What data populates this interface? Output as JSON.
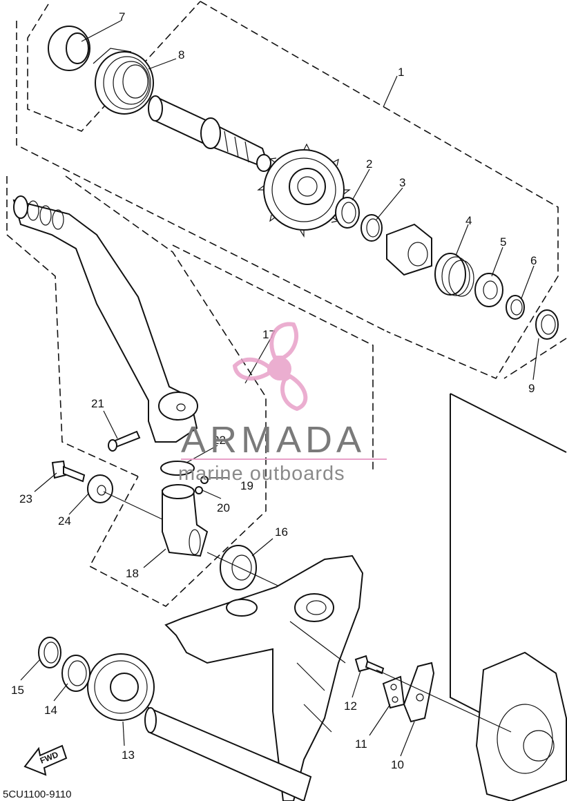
{
  "diagram": {
    "code": "5CU1100-9110",
    "fwd_label": "FWD",
    "callouts": [
      "1",
      "2",
      "3",
      "4",
      "5",
      "6",
      "7",
      "8",
      "9",
      "10",
      "11",
      "12",
      "13",
      "14",
      "15",
      "16",
      "17",
      "18",
      "19",
      "20",
      "21",
      "22",
      "23",
      "24"
    ]
  },
  "watermark": {
    "brand": "ARMADA",
    "tagline": "marine outboards",
    "brand_color": "#e8a0c8"
  }
}
